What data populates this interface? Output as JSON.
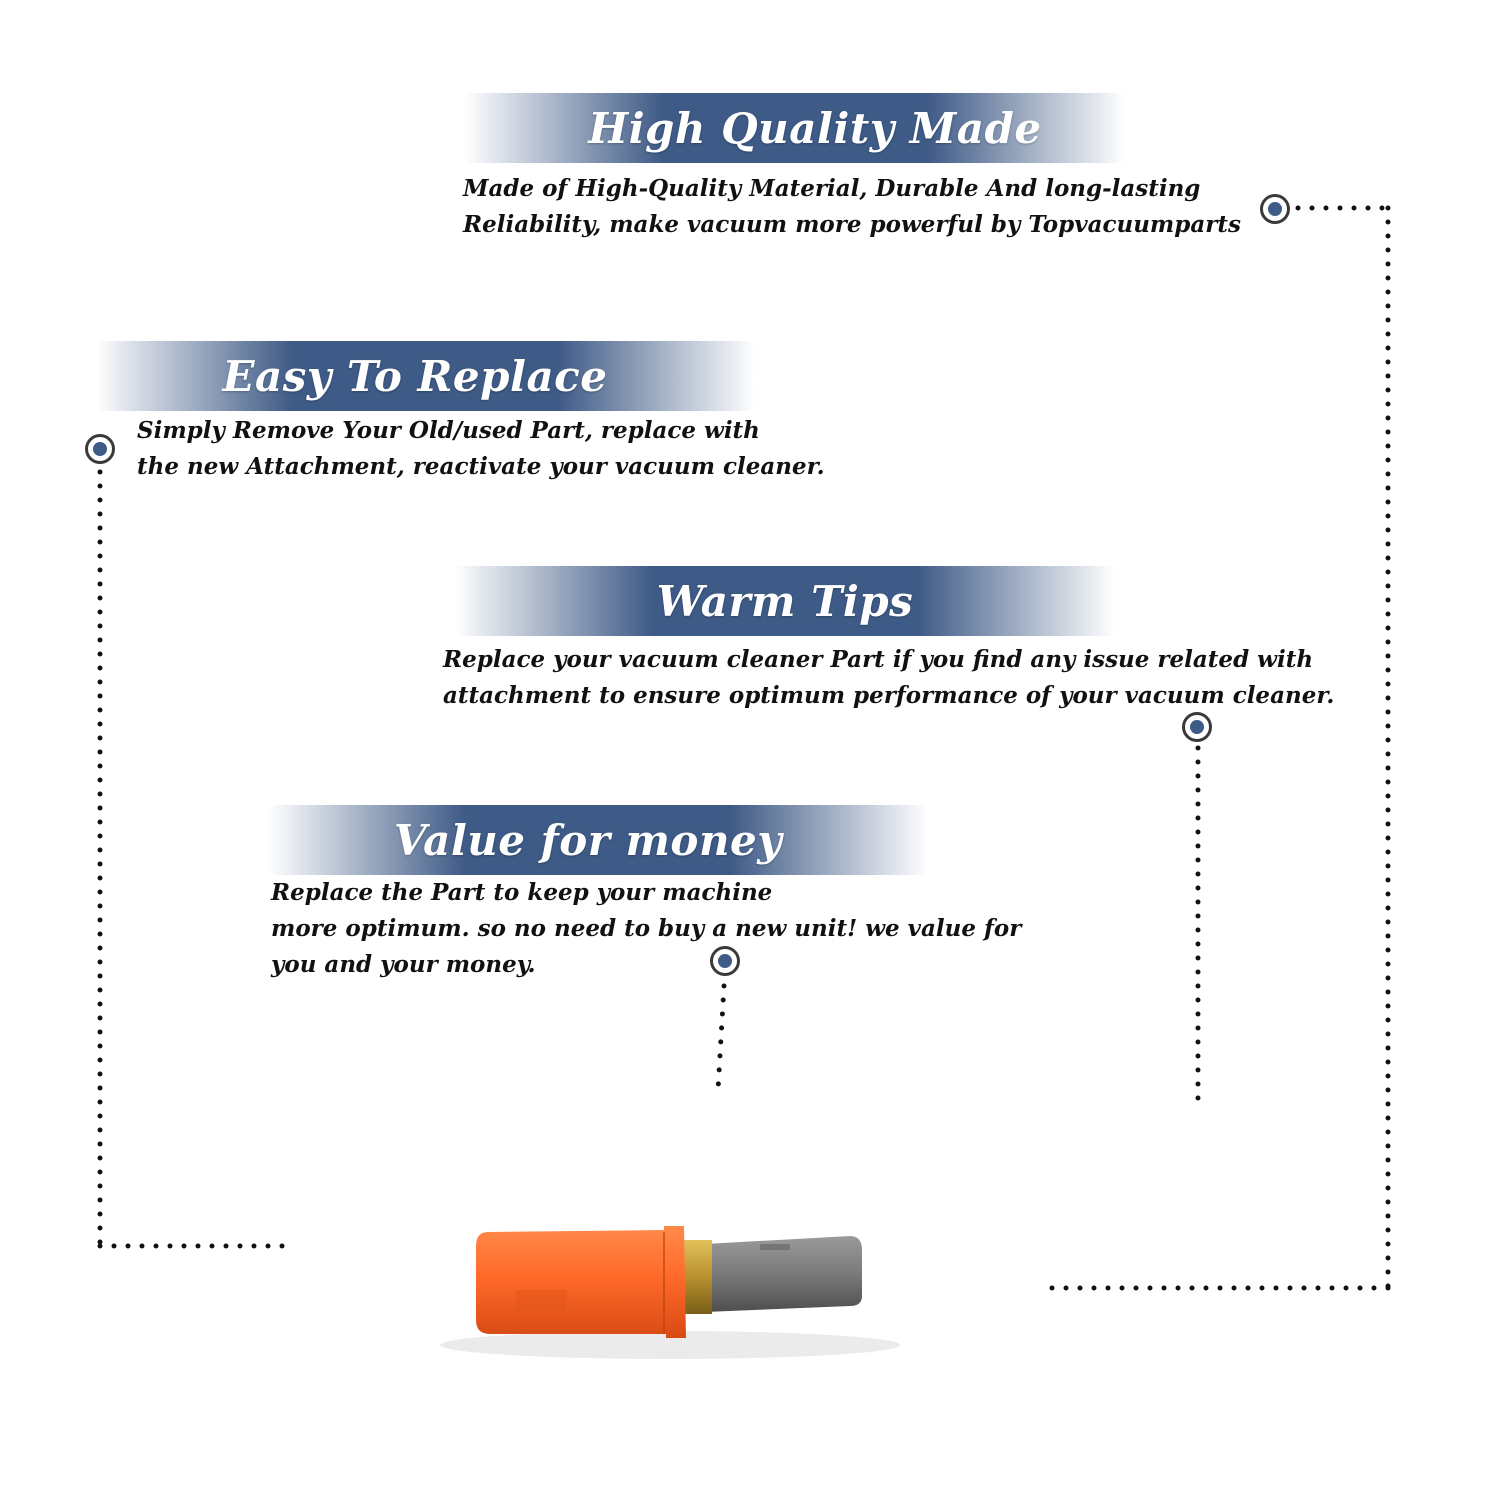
{
  "colors": {
    "banner_mid": "#3e5a86",
    "banner_edge": "#ffffff",
    "marker_dot": "#3e5a86",
    "dots": "#111111",
    "housing": "#ff6a2a",
    "brass": "#b8912f",
    "carbon": "#7a7a7a"
  },
  "features": [
    {
      "title": "High Quality Made",
      "lines": [
        "Made of  High-Quality Material, Durable And long-lasting",
        "Reliability, make vacuum more powerful by Topvacuumparts"
      ]
    },
    {
      "title": "Easy To Replace",
      "lines": [
        "Simply Remove Your Old/used Part, replace with",
        "the new Attachment, reactivate your vacuum cleaner."
      ]
    },
    {
      "title": "Warm Tips",
      "lines": [
        "Replace your vacuum cleaner Part if you find any issue related with",
        " attachment to ensure optimum performance of your vacuum cleaner."
      ]
    },
    {
      "title": "Value for money",
      "lines": [
        "Replace the Part to keep your machine",
        "more optimum. so no need to buy a new unit! we value for",
        "you and your money."
      ]
    }
  ],
  "product": {
    "icon": "carbon-brush-icon"
  }
}
